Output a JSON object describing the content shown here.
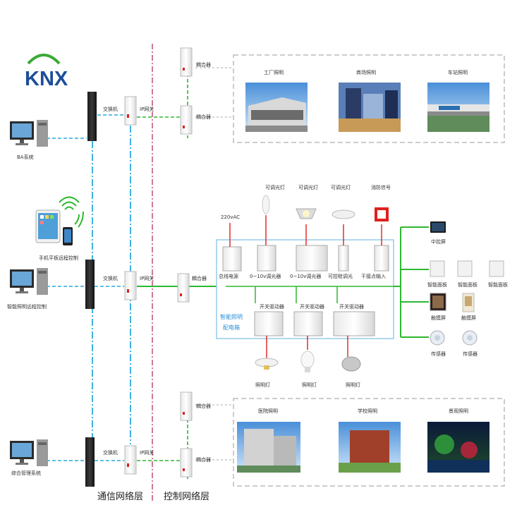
{
  "logo": {
    "text": "KNX"
  },
  "layers": {
    "comm": "通信网络层",
    "control": "控制网络层"
  },
  "colors": {
    "blue": "#29a9e0",
    "green": "#2db82d",
    "red": "#e02020",
    "magenta": "#b0205a",
    "box": "#8fc8ea",
    "logo_green": "#3aaa35",
    "logo_blue": "#1d4e9a"
  },
  "top": {
    "switch": "交换机",
    "gateway": "IP网关",
    "coupler1": "耦合器",
    "coupler2": "耦合器",
    "system": "BA系统",
    "scenes": [
      "工厂照明",
      "商场照明",
      "车站照明"
    ]
  },
  "middle": {
    "mobile": "手机平板远程控制",
    "system": "智能照明远程控制",
    "switch": "交换机",
    "gateway": "IP网关",
    "coupler": "耦合器",
    "power_in": "220vAC",
    "lamps_top": [
      "可调光灯",
      "可调光灯",
      "可调光灯",
      "消防信号"
    ],
    "modules_top": [
      "总线电源",
      "0~10v调光器",
      "0~10v调光器",
      "可控硅调光",
      "干接点输入"
    ],
    "box_title_1": "智能照明",
    "box_title_2": "配电箱",
    "drivers": [
      "开关驱动器",
      "开关驱动器",
      "开关驱动器"
    ],
    "lamps_bottom": [
      "照明灯",
      "照明灯",
      "照明灯"
    ],
    "right_devices": [
      "中控屏",
      "智能面板",
      "智能面板",
      "智能面板",
      "触摸屏",
      "触摸屏",
      "传感器",
      "传感器"
    ]
  },
  "bottom": {
    "switch": "交换机",
    "gateway": "IP网关",
    "coupler1": "耦合器",
    "coupler2": "耦合器",
    "system": "综合管理系统",
    "scenes": [
      "医院照明",
      "学校照明",
      "景观照明"
    ]
  }
}
